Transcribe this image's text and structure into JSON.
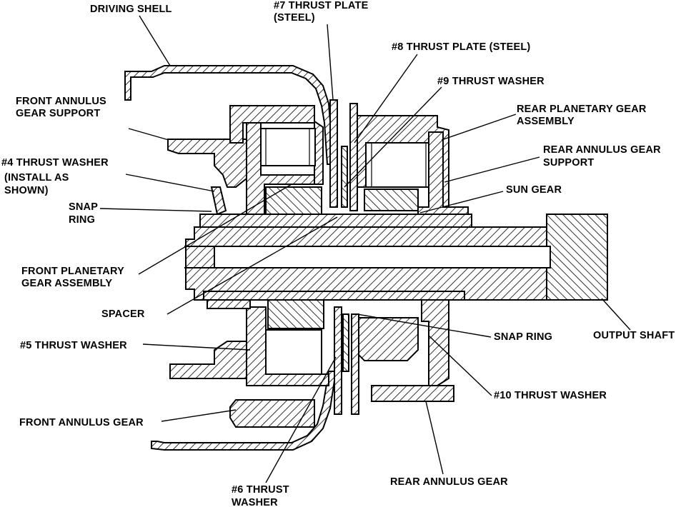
{
  "labels": {
    "driving_shell": "DRIVING SHELL",
    "thrust_plate_7_line1": "#7 THRUST PLATE",
    "thrust_plate_7_line2": "(STEEL)",
    "thrust_plate_8": "#8 THRUST PLATE (STEEL)",
    "thrust_washer_9": "#9 THRUST WASHER",
    "front_annulus_support_line1": "FRONT ANNULUS",
    "front_annulus_support_line2": "GEAR SUPPORT",
    "rear_planetary_line1": "REAR PLANETARY GEAR",
    "rear_planetary_line2": "ASSEMBLY",
    "thrust_washer_4_line1": "#4 THRUST WASHER",
    "thrust_washer_4_line2": "(INSTALL AS",
    "thrust_washer_4_line3": "SHOWN)",
    "rear_annulus_support_line1": "REAR ANNULUS GEAR",
    "rear_annulus_support_line2": "SUPPORT",
    "snap_ring_left_line1": "SNAP",
    "snap_ring_left_line2": "RING",
    "sun_gear": "SUN GEAR",
    "front_planetary_line1": "FRONT PLANETARY",
    "front_planetary_line2": "GEAR ASSEMBLY",
    "spacer": "SPACER",
    "thrust_washer_5": "#5 THRUST WASHER",
    "snap_ring_right": "SNAP RING",
    "output_shaft": "OUTPUT SHAFT",
    "thrust_washer_10": "#10 THRUST WASHER",
    "front_annulus_gear": "FRONT ANNULUS GEAR",
    "rear_annulus_gear": "REAR ANNULUS GEAR",
    "thrust_washer_6_line1": "#6 THRUST",
    "thrust_washer_6_line2": "WASHER"
  }
}
